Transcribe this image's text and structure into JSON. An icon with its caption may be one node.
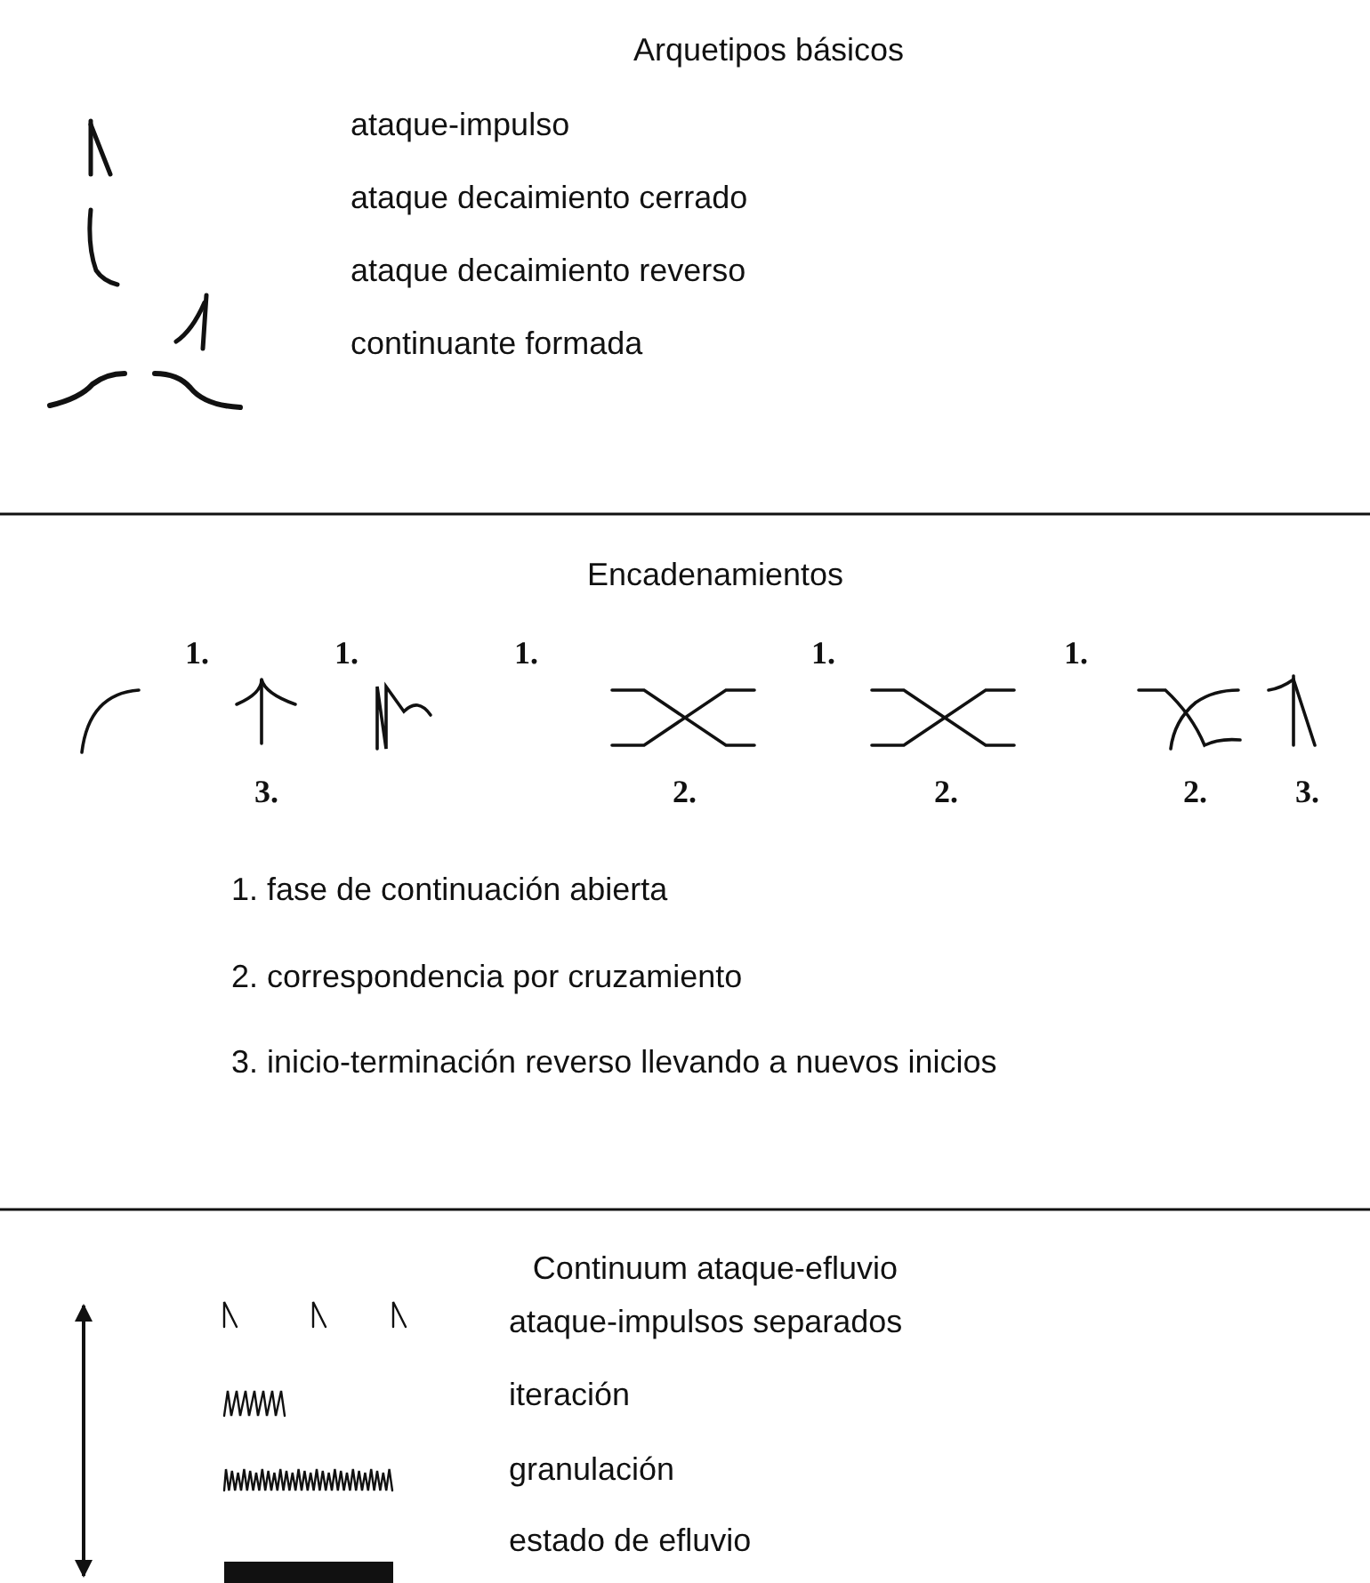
{
  "diagram": {
    "labels": [
      "Arquetipos básicos",
      "ataque-impulso",
      "ataque decaimiento cerrado",
      "ataque decaimiento reverso",
      "continuante formada",
      "Encadenamientos",
      "1.",
      "1.",
      "1.",
      "1.",
      "1.",
      "3.",
      "2.",
      "2.",
      "2.",
      "3.",
      "1. fase de continuación abierta",
      "2. correspondencia por cruzamiento",
      "3. inicio-terminación reverso llevando a nuevos inicios",
      "Continuum ataque-efluvio",
      "ataque-impulsos separados",
      "iteración",
      "granulación",
      "estado de efluvio"
    ]
  }
}
